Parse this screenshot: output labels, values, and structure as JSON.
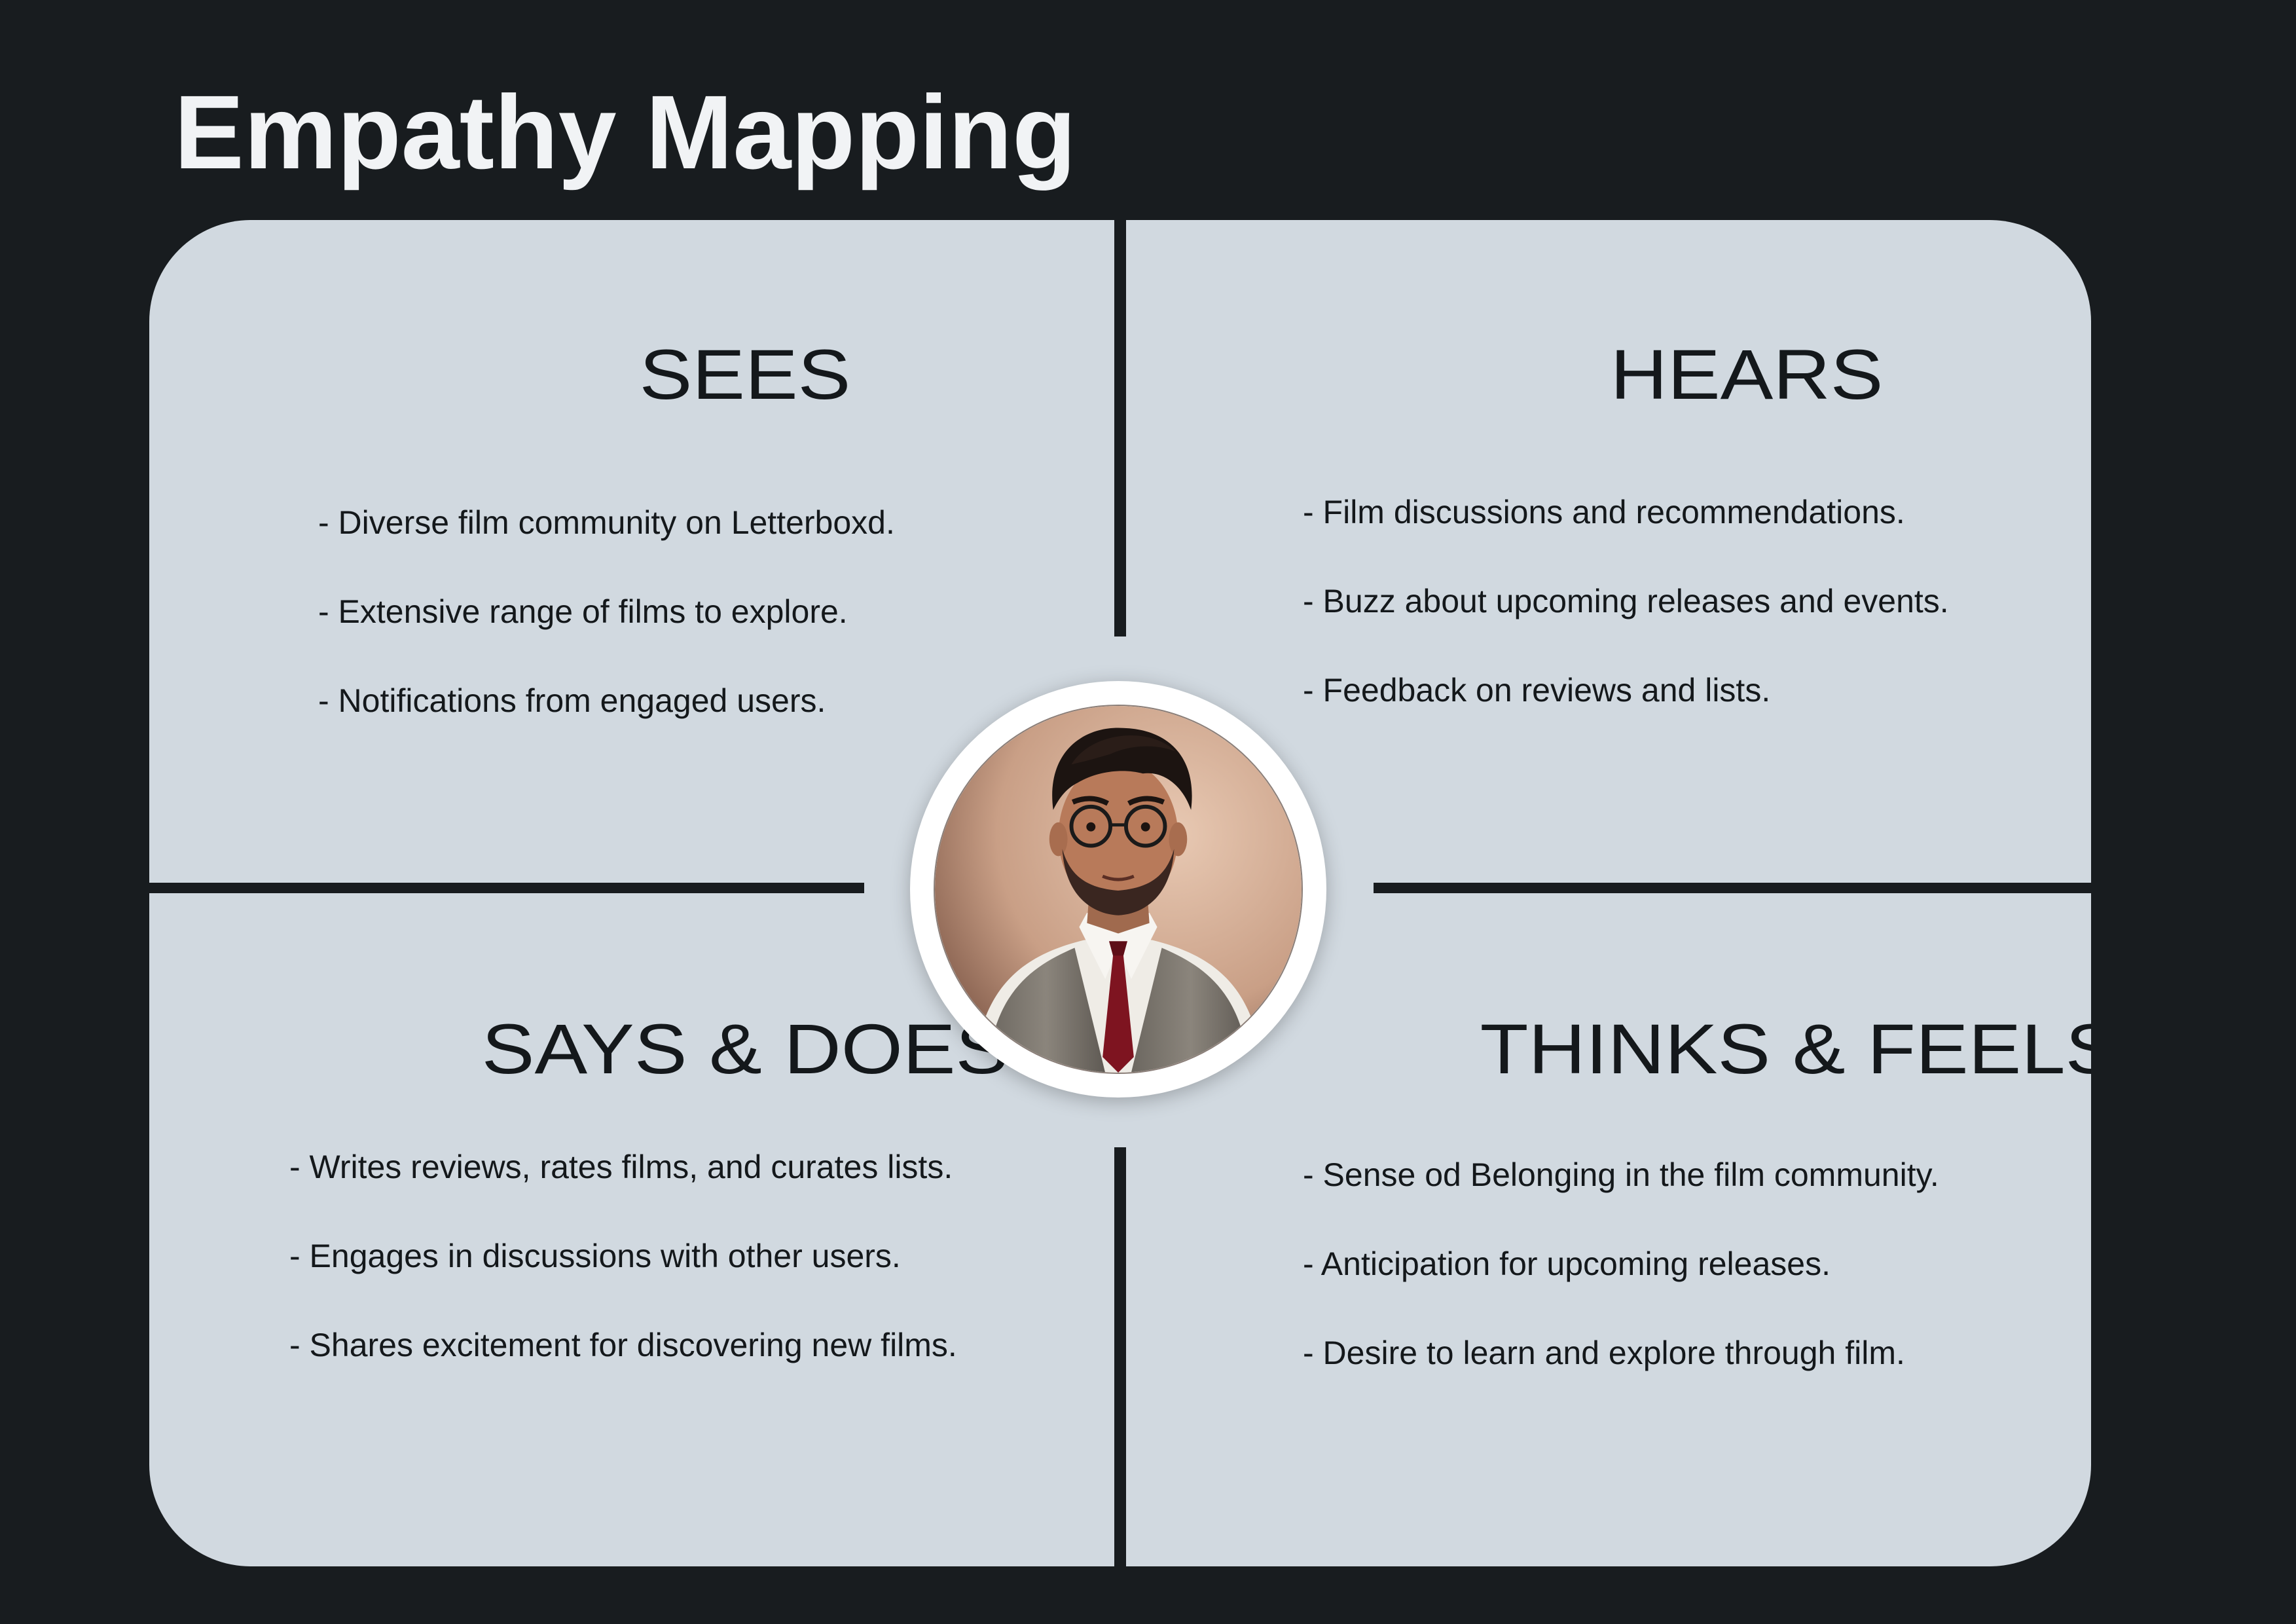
{
  "title": "Empathy Mapping",
  "quadrants": {
    "sees": {
      "heading": "SEES",
      "items": [
        "- Diverse film community on Letterboxd.",
        "- Extensive range of films to explore.",
        "- Notifications from engaged users."
      ]
    },
    "hears": {
      "heading": "HEARS",
      "items": [
        "- Film discussions and recommendations.",
        "- Buzz about upcoming releases and events.",
        "- Feedback on reviews and lists."
      ]
    },
    "says_does": {
      "heading": "SAYS & DOES",
      "items": [
        "- Writes reviews, rates films, and curates lists.",
        "- Engages in discussions with other users.",
        "- Shares excitement for discovering new films."
      ]
    },
    "thinks_feels": {
      "heading": "THINKS & FEELS",
      "items": [
        "- Sense od Belonging in the film community.",
        "- Anticipation for upcoming releases.",
        "- Desire to learn and explore through film."
      ]
    }
  },
  "colors": {
    "background": "#181c1f",
    "board": "#d1d9e0",
    "text": "#14181b",
    "title": "#f1f3f5"
  },
  "avatar": {
    "icon": "persona-portrait"
  }
}
